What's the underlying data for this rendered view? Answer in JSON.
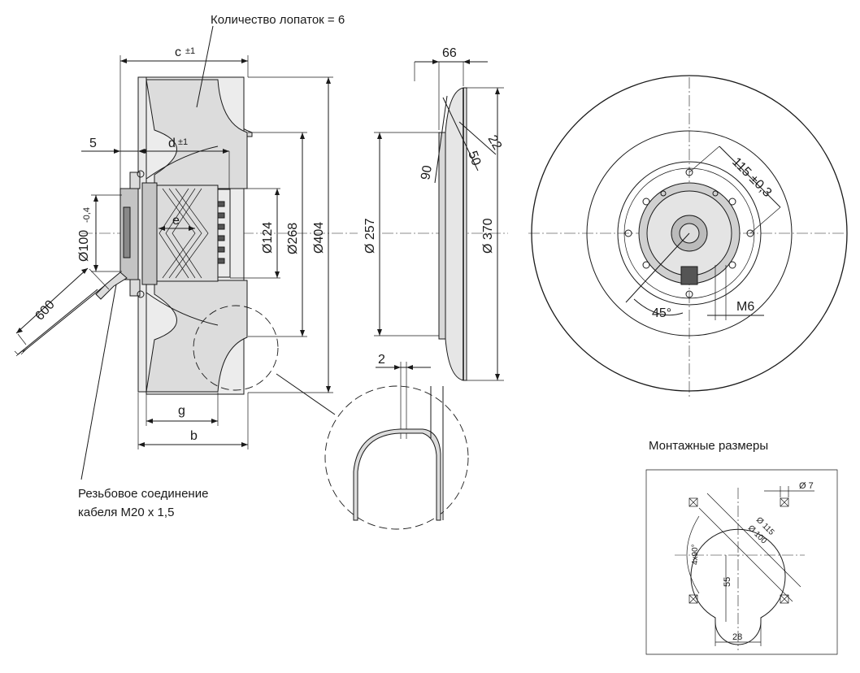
{
  "labels": {
    "blades": "Количество лопаток = 6",
    "c": "c",
    "c_tol": "±1",
    "d": "d",
    "d_tol": "±1",
    "five": "5",
    "e": "e",
    "g": "g",
    "b": "b",
    "dia100": "Ø100",
    "dia100_tol": "-0,4",
    "cable_len": "600",
    "dia124": "Ø124",
    "dia268": "Ø268",
    "dia404": "Ø404",
    "cable_gland_line1": "Резьбовое соединение",
    "cable_gland_line2": "кабеля M20 x 1,5",
    "dim66": "66",
    "dim90": "90",
    "dim50": "50",
    "dim22": "22",
    "dia257": "Ø 257",
    "dia370": "Ø 370",
    "dim2": "2",
    "bc115": "115 ±0,3",
    "ang45": "45°",
    "m6": "M6",
    "mount_title": "Монтажные размеры",
    "m_dia7": "Ø 7",
    "m_dia115": "Ø 115",
    "m_dia100": "Ø 100",
    "m_ang": "4x90°",
    "m_55": "55",
    "m_28": "28"
  },
  "colors": {
    "line": "#1a1a1a",
    "fill_light": "#dcdcdc",
    "fill_mid": "#c4c4c4",
    "background": "#ffffff"
  }
}
